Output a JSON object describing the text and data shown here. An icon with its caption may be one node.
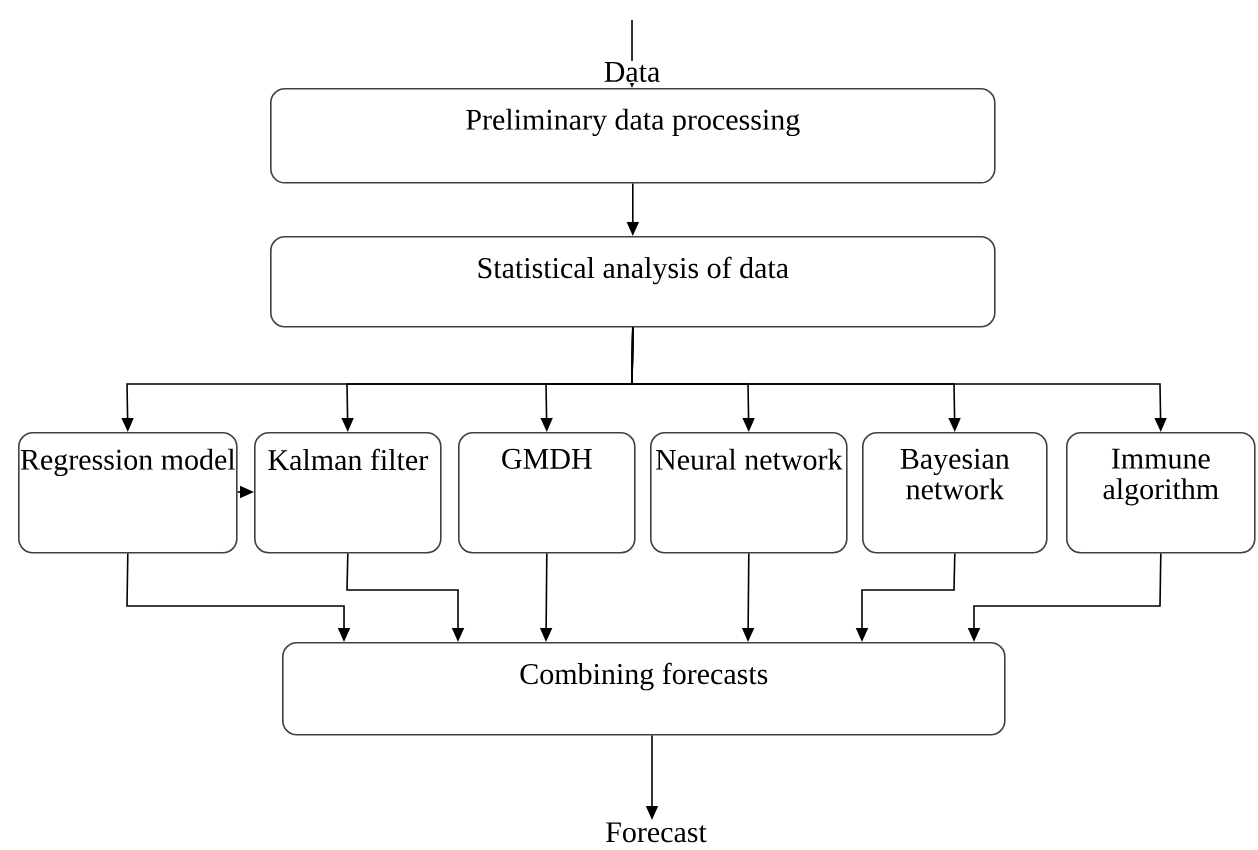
{
  "diagram": {
    "nodes": [
      {
        "text": [
          "Preliminary data processing"
        ]
      },
      {
        "text": [
          "Statistical analysis of data"
        ]
      },
      {
        "text": [
          "Regression model"
        ]
      },
      {
        "text": [
          "Kalman filter"
        ]
      },
      {
        "text": [
          "GMDH"
        ]
      },
      {
        "text": [
          "Neural network"
        ]
      },
      {
        "text": [
          "Bayesian network"
        ]
      },
      {
        "text": [
          "Immune algorithm"
        ]
      },
      {
        "text": [
          "Combining forecasts"
        ]
      },
      {
        "text": [
          "Forecast"
        ]
      }
    ],
    "edges": [
      {
        "from": null,
        "to": 0,
        "arrow": "to",
        "label": "Data"
      },
      {
        "from": 0,
        "to": 1,
        "arrow": "to"
      },
      {
        "from": 1,
        "to": 2,
        "arrow": "to"
      },
      {
        "from": 1,
        "to": 3,
        "arrow": "to"
      },
      {
        "from": 1,
        "to": 4,
        "arrow": "to"
      },
      {
        "from": 1,
        "to": 5,
        "arrow": "to"
      },
      {
        "from": 1,
        "to": 6,
        "arrow": "to"
      },
      {
        "from": 1,
        "to": 7,
        "arrow": "to"
      },
      {
        "from": 2,
        "to": 3,
        "arrow": "to"
      },
      {
        "from": 2,
        "to": 8,
        "arrow": "to"
      },
      {
        "from": 3,
        "to": 8,
        "arrow": "to"
      },
      {
        "from": 4,
        "to": 8,
        "arrow": "to"
      },
      {
        "from": 5,
        "to": 8,
        "arrow": "to"
      },
      {
        "from": 6,
        "to": 8,
        "arrow": "to"
      },
      {
        "from": 7,
        "to": 8,
        "arrow": "to"
      },
      {
        "from": 8,
        "to": 9,
        "arrow": "to"
      }
    ]
  }
}
